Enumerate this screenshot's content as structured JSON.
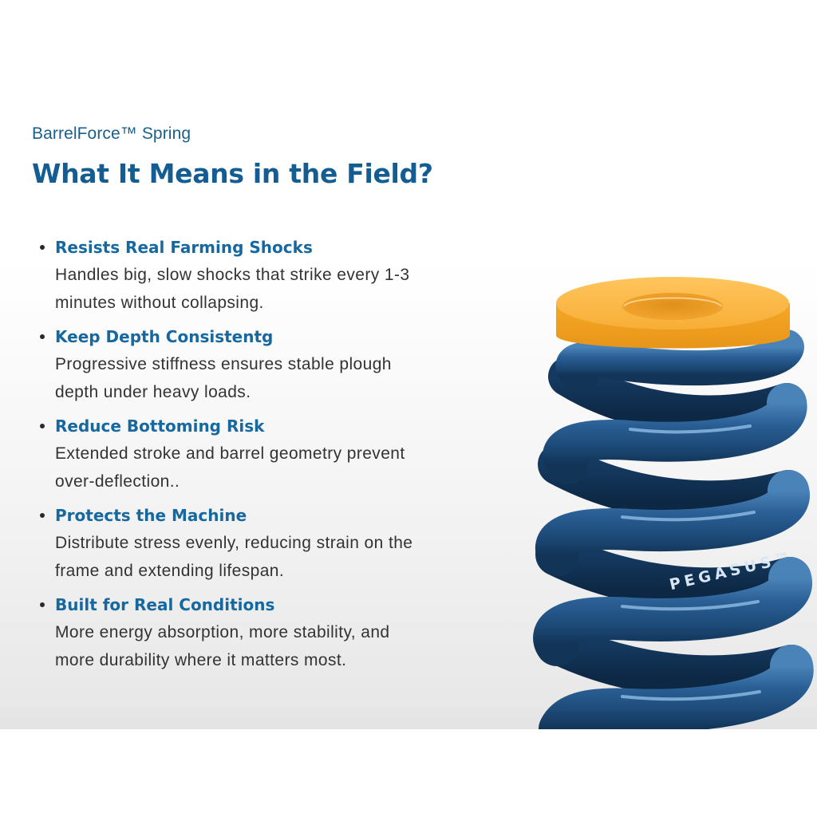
{
  "eyebrow": "BarrelForce™ Spring",
  "headline": "What It Means in the Field?",
  "features": [
    {
      "title": "Resists Real Farming Shocks",
      "desc_line1": "Handles big, slow shocks that strike every 1-3",
      "desc_line2": "minutes without collapsing."
    },
    {
      "title": "Keep Depth Consistentg",
      "desc_line1": "Progressive stiffness ensures stable plough",
      "desc_line2": "depth under heavy loads."
    },
    {
      "title": "Reduce Bottoming Risk",
      "desc_line1": "Extended stroke and barrel geometry prevent",
      "desc_line2": "over-deflection.."
    },
    {
      "title": "Protects the Machine",
      "desc_line1": "Distribute stress evenly, reducing strain on the",
      "desc_line2": "frame and extending lifespan."
    },
    {
      "title": "Built for Real Conditions",
      "desc_line1": "More energy absorption, more stability, and",
      "desc_line2": "more durability where it matters most."
    }
  ],
  "spring_image": {
    "brand_mark": "PEGASUS™",
    "coil_color": "#1f4f7e",
    "seat_color": "#f7b23b"
  },
  "colors": {
    "title_blue": "#135d92",
    "body_text": "#333333"
  }
}
